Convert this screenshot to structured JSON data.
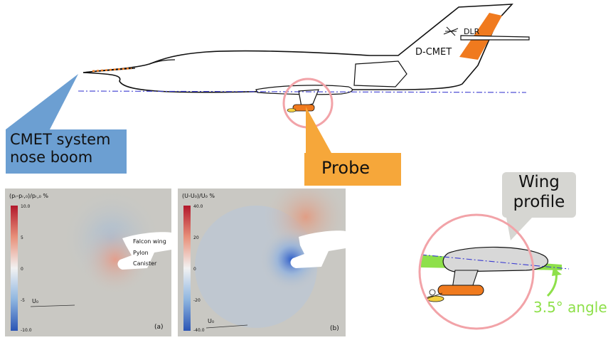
{
  "aircraft": {
    "tail_code": "D-CMET",
    "tail_logo": "DLR"
  },
  "callouts": {
    "nose_boom": {
      "line1": "CMET system",
      "line2": "nose boom"
    },
    "probe": "Probe",
    "wing_profile": {
      "line1": "Wing",
      "line2": "profile"
    },
    "angle": "3.5° angle"
  },
  "panel_a": {
    "colorbar_title": "(pᵣ-pᵣ,₀)/pᵣ,₀  %",
    "colorbar_ticks": [
      "10.0",
      "5",
      "0",
      "-5",
      "-10.0"
    ],
    "labels": {
      "wing": "Falcon wing",
      "pylon": "Pylon",
      "canister": "Canister"
    },
    "u0": "U₀",
    "tag": "(a)"
  },
  "panel_b": {
    "colorbar_title": "(U-U₀)/U₀ %",
    "colorbar_ticks": [
      "40.0",
      "20",
      "0",
      "-20",
      "-40.0"
    ],
    "u0": "U₀",
    "tag": "(b)"
  },
  "colors": {
    "boom_box": "#6c9fd2",
    "probe_box": "#f6a73a",
    "wing_box": "#d6d6d2",
    "highlight_circle": "#f2a3a8",
    "wing_fill": "#d8d8d8",
    "canister": "#f07a1e",
    "angle_green": "#8ee04a",
    "centerline": "#3b3bd0",
    "tail_stripe": "#f07a1e"
  }
}
